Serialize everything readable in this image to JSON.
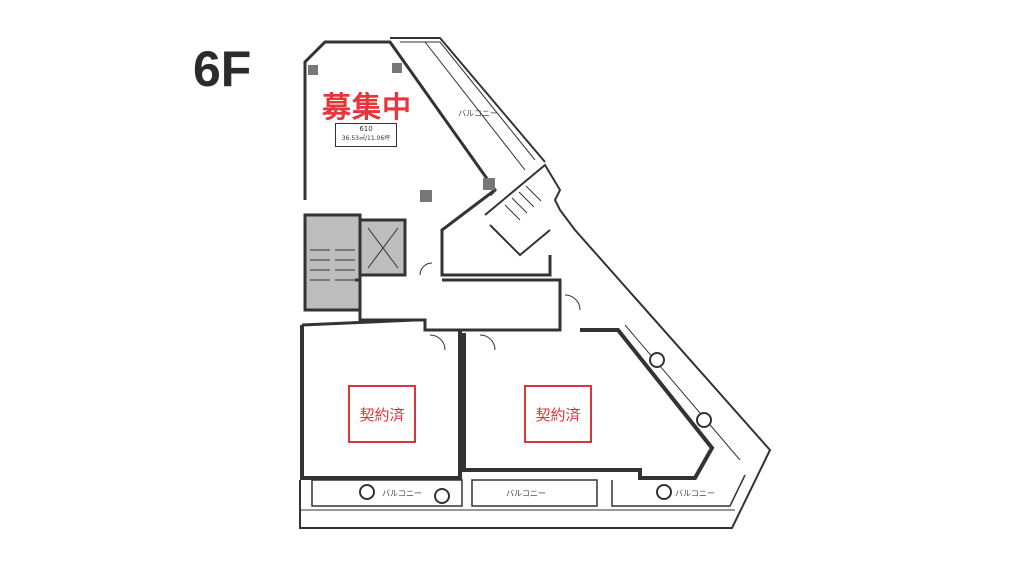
{
  "floor_label": "6F",
  "units": [
    {
      "number": "610",
      "area": "36.53㎡/11.06坪",
      "status": "募集中"
    },
    {
      "status": "契約済"
    },
    {
      "status": "契約済"
    }
  ],
  "balconies": [
    "バルコニー",
    "バルコニー",
    "バルコニー",
    "バルコニー"
  ],
  "colors": {
    "wall": "#333333",
    "core": "#9a9a9a",
    "available": "#e8343a",
    "contracted": "#d9363a"
  }
}
